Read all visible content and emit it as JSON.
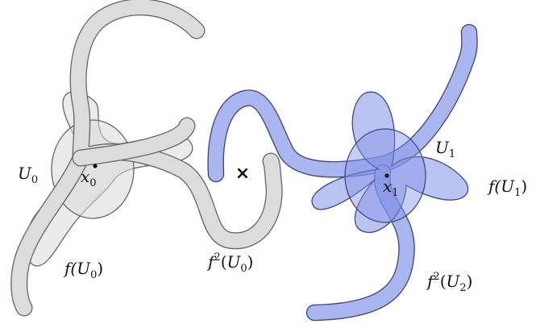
{
  "colors": {
    "gray_fill": "#e6e6e6",
    "gray_stroke": "#666666",
    "blue_fill": "#aab6ef",
    "blue_fill_dark": "#8292e6",
    "blue_stroke": "#3f4a7a",
    "marker": "#111111"
  },
  "labels": {
    "u0": {
      "base": "U",
      "sub": "0"
    },
    "x0": {
      "base": "x",
      "sub": "0"
    },
    "f_u0": {
      "pre": "f(",
      "base": "U",
      "sub": "0",
      "post": ")"
    },
    "f2_u0": {
      "pre": "f",
      "sup": "2",
      "mid": "(",
      "base": "U",
      "sub": "0",
      "post": ")"
    },
    "u1": {
      "base": "U",
      "sub": "1"
    },
    "x1": {
      "base": "x",
      "sub": "1"
    },
    "f_u1": {
      "pre": "f(",
      "base": "U",
      "sub": "1",
      "post": ")"
    },
    "f2_u2": {
      "pre": "f",
      "sup": "2",
      "mid": "(",
      "base": "U",
      "sub": "2",
      "post": ")"
    }
  },
  "markers": {
    "cross_symbol": "×"
  }
}
